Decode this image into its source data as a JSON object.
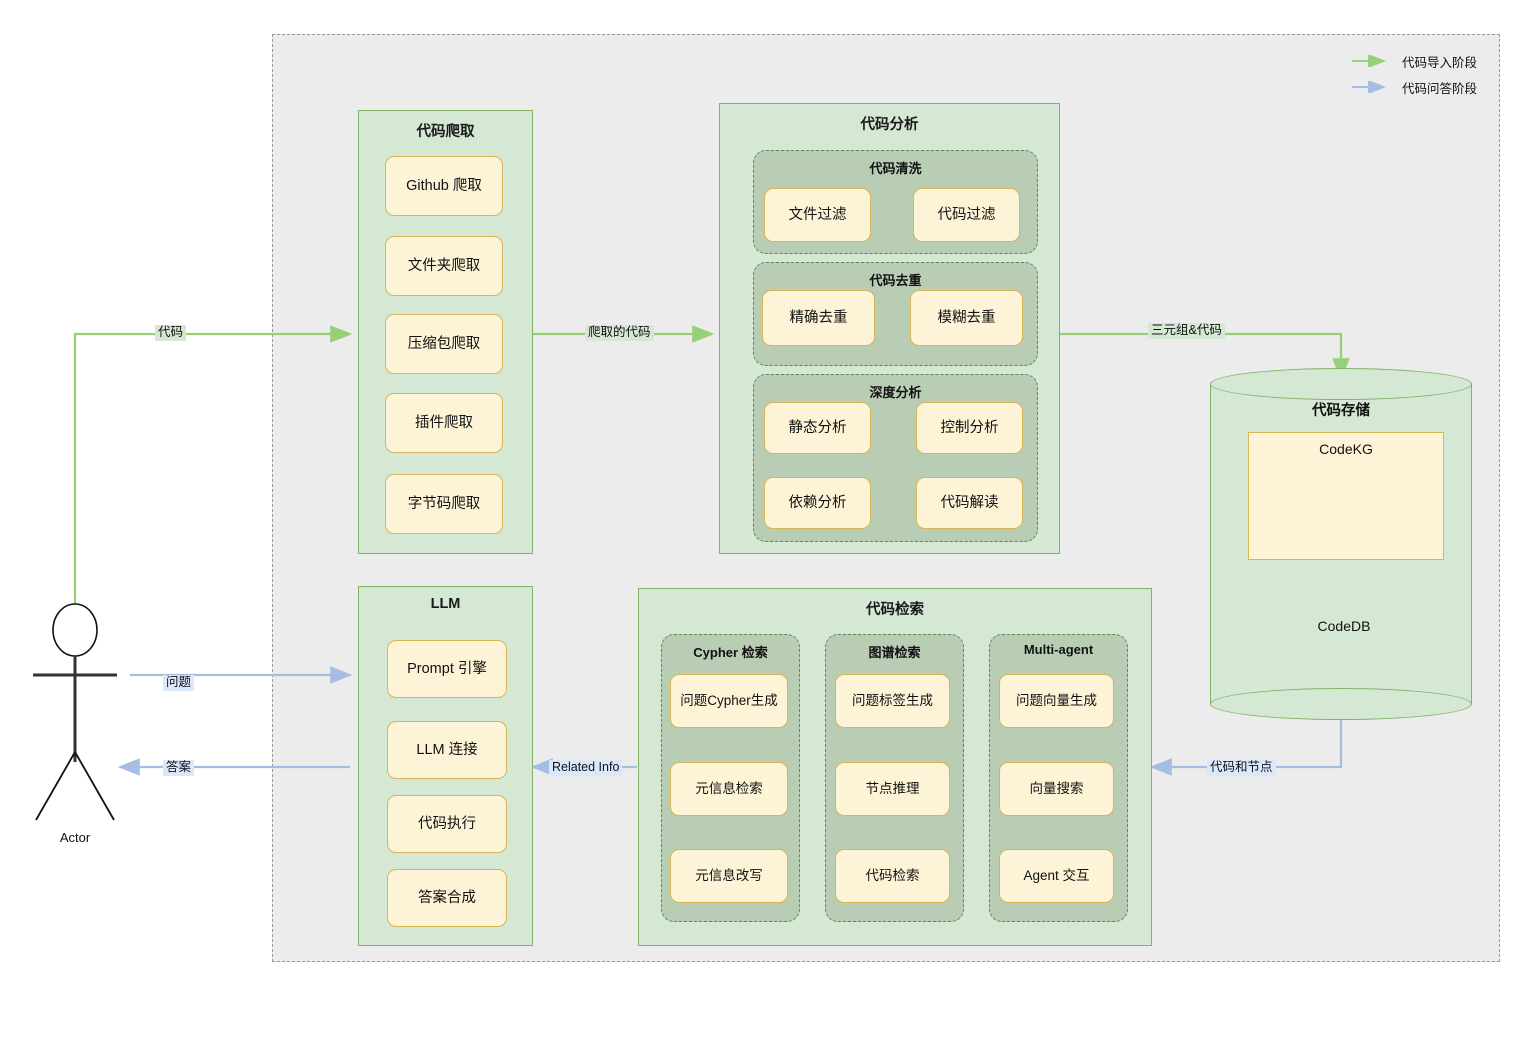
{
  "legend": {
    "items": [
      {
        "label": "代码导入阶段",
        "color": "#97d077"
      },
      {
        "label": "代码问答阶段",
        "color": "#a5bde0"
      }
    ]
  },
  "actor": {
    "label": "Actor"
  },
  "edges": {
    "code": "代码",
    "crawled_code": "爬取的代码",
    "triples_and_code": "三元组&代码",
    "question": "问题",
    "answer": "答案",
    "related_info": "Related Info",
    "code_and_nodes": "代码和节点"
  },
  "modules": {
    "crawl": {
      "title": "代码爬取",
      "nodes": [
        "Github 爬取",
        "文件夹爬取",
        "压缩包爬取",
        "插件爬取",
        "字节码爬取"
      ]
    },
    "analysis": {
      "title": "代码分析",
      "groups": [
        {
          "title": "代码清洗",
          "nodes": [
            "文件过滤",
            "代码过滤"
          ]
        },
        {
          "title": "代码去重",
          "nodes": [
            "精确去重",
            "模糊去重"
          ]
        },
        {
          "title": "深度分析",
          "nodes": [
            "静态分析",
            "控制分析",
            "依赖分析",
            "代码解读"
          ]
        }
      ]
    },
    "storage": {
      "title": "代码存储",
      "kg": "CodeKG",
      "db": "CodeDB"
    },
    "llm": {
      "title": "LLM",
      "nodes": [
        "Prompt 引擎",
        "LLM 连接",
        "代码执行",
        "答案合成"
      ]
    },
    "retrieval": {
      "title": "代码检索",
      "groups": [
        {
          "title": "Cypher 检索",
          "nodes": [
            "问题Cypher生成",
            "元信息检索",
            "元信息改写"
          ]
        },
        {
          "title": "图谱检索",
          "nodes": [
            "问题标签生成",
            "节点推理",
            "代码检索"
          ]
        },
        {
          "title": "Multi-agent",
          "nodes": [
            "问题向量生成",
            "向量搜索",
            "Agent 交互"
          ]
        }
      ]
    }
  },
  "colors": {
    "module_fill": "#d5e8d4",
    "module_stroke": "#82b366",
    "node_fill": "#fdf3d7",
    "node_stroke": "#d6b656",
    "subgroup_fill": "#b9cdb4",
    "boundary_fill": "#ececec",
    "import_flow": "#97d077",
    "qa_flow": "#a5bde0"
  }
}
